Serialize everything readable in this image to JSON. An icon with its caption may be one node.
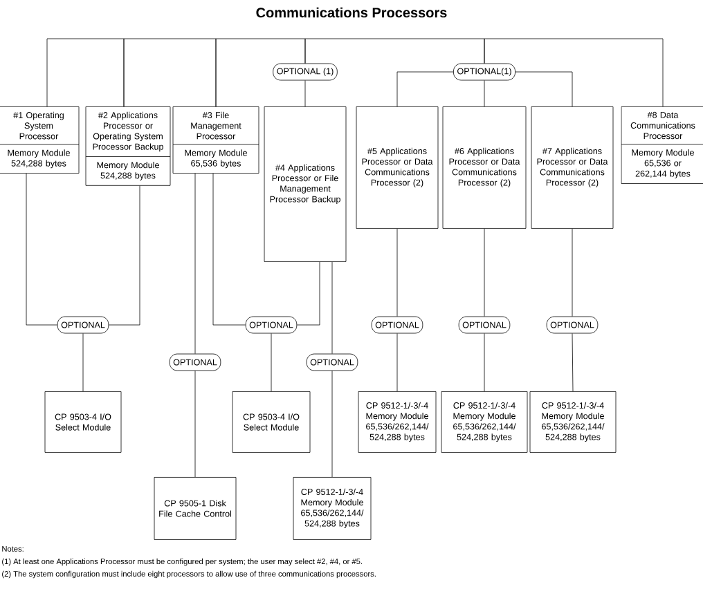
{
  "diagram": {
    "title": "Communications Processors",
    "nodes": [
      {
        "text": [
          "#1 Operating System Processor",
          "Memory Module 524,288 bytes"
        ]
      },
      {
        "text": [
          "#2 Applications Processor or Operating System Processor Backup",
          "Memory Module 524,288 bytes"
        ]
      },
      {
        "text": [
          "#3 File Management Processor",
          "Memory Module 65,536 bytes"
        ]
      },
      {
        "text": [
          "OPTIONAL (1)"
        ]
      },
      {
        "text": [
          "OPTIONAL(1)"
        ]
      },
      {
        "text": [
          "#4 Applications Processor or File Management Processor Backup"
        ]
      },
      {
        "text": [
          "#5 Applications Processor or Data Communications Processor (2)"
        ]
      },
      {
        "text": [
          "#6 Applications Processor or Data Communications Processor (2)"
        ]
      },
      {
        "text": [
          "#7 Applications Processor or Data Communications Processor (2)"
        ]
      },
      {
        "text": [
          "#8 Data Communications Processor",
          "Memory Module 65,536 or 262,144 bytes"
        ]
      },
      {
        "text": [
          "OPTIONAL"
        ]
      },
      {
        "text": [
          "OPTIONAL"
        ]
      },
      {
        "text": [
          "OPTIONAL"
        ]
      },
      {
        "text": [
          "OPTIONAL"
        ]
      },
      {
        "text": [
          "OPTIONAL"
        ]
      },
      {
        "text": [
          "OPTIONAL"
        ]
      },
      {
        "text": [
          "OPTIONAL"
        ]
      },
      {
        "text": [
          "CP 9503-4 I/O Select Module"
        ]
      },
      {
        "text": [
          "CP 9503-4 I/O Select Module"
        ]
      },
      {
        "text": [
          "CP 9512-1/-3/-4 Memory Module 65,536/262,144/ 524,288 bytes"
        ]
      },
      {
        "text": [
          "CP 9512-1/-3/-4 Memory Module 65,536/262,144/ 524,288 bytes"
        ]
      },
      {
        "text": [
          "CP 9512-1/-3/-4 Memory Module 65,536/262,144/ 524,288 bytes"
        ]
      },
      {
        "text": [
          "CP 9505-1 Disk File Cache Control"
        ]
      },
      {
        "text": [
          "CP 9512-1/-3/-4 Memory Module 65,536/262,144/ 524,288 bytes"
        ]
      }
    ],
    "edges": [
      {
        "from": 0,
        "to": 1,
        "arrow": "none"
      },
      {
        "from": 1,
        "to": 2,
        "arrow": "none"
      },
      {
        "from": 2,
        "to": 3,
        "arrow": "none"
      },
      {
        "from": 3,
        "to": 4,
        "arrow": "none"
      },
      {
        "from": 4,
        "to": 9,
        "arrow": "none"
      },
      {
        "from": 3,
        "to": 5,
        "arrow": "none"
      },
      {
        "from": 4,
        "to": 6,
        "arrow": "none"
      },
      {
        "from": 4,
        "to": 7,
        "arrow": "none"
      },
      {
        "from": 4,
        "to": 8,
        "arrow": "none"
      },
      {
        "from": 0,
        "to": 10,
        "arrow": "none"
      },
      {
        "from": 1,
        "to": 10,
        "arrow": "none"
      },
      {
        "from": 10,
        "to": 17,
        "arrow": "none"
      },
      {
        "from": 2,
        "to": 11,
        "arrow": "none"
      },
      {
        "from": 5,
        "to": 11,
        "arrow": "none"
      },
      {
        "from": 11,
        "to": 18,
        "arrow": "none"
      },
      {
        "from": 2,
        "to": 15,
        "arrow": "none"
      },
      {
        "from": 15,
        "to": 22,
        "arrow": "none"
      },
      {
        "from": 5,
        "to": 16,
        "arrow": "none"
      },
      {
        "from": 16,
        "to": 23,
        "arrow": "none"
      },
      {
        "from": 6,
        "to": 12,
        "arrow": "none"
      },
      {
        "from": 12,
        "to": 19,
        "arrow": "none"
      },
      {
        "from": 7,
        "to": 13,
        "arrow": "none"
      },
      {
        "from": 13,
        "to": 20,
        "arrow": "none"
      },
      {
        "from": 8,
        "to": 14,
        "arrow": "none"
      },
      {
        "from": 14,
        "to": 21,
        "arrow": "none"
      }
    ],
    "labels": [
      "Notes:",
      "(1) At least one Applications Processor must be configured per system; the user may select #2, #4, or #5.",
      "(2) The system configuration must include eight processors to allow use of three communications processors."
    ]
  }
}
